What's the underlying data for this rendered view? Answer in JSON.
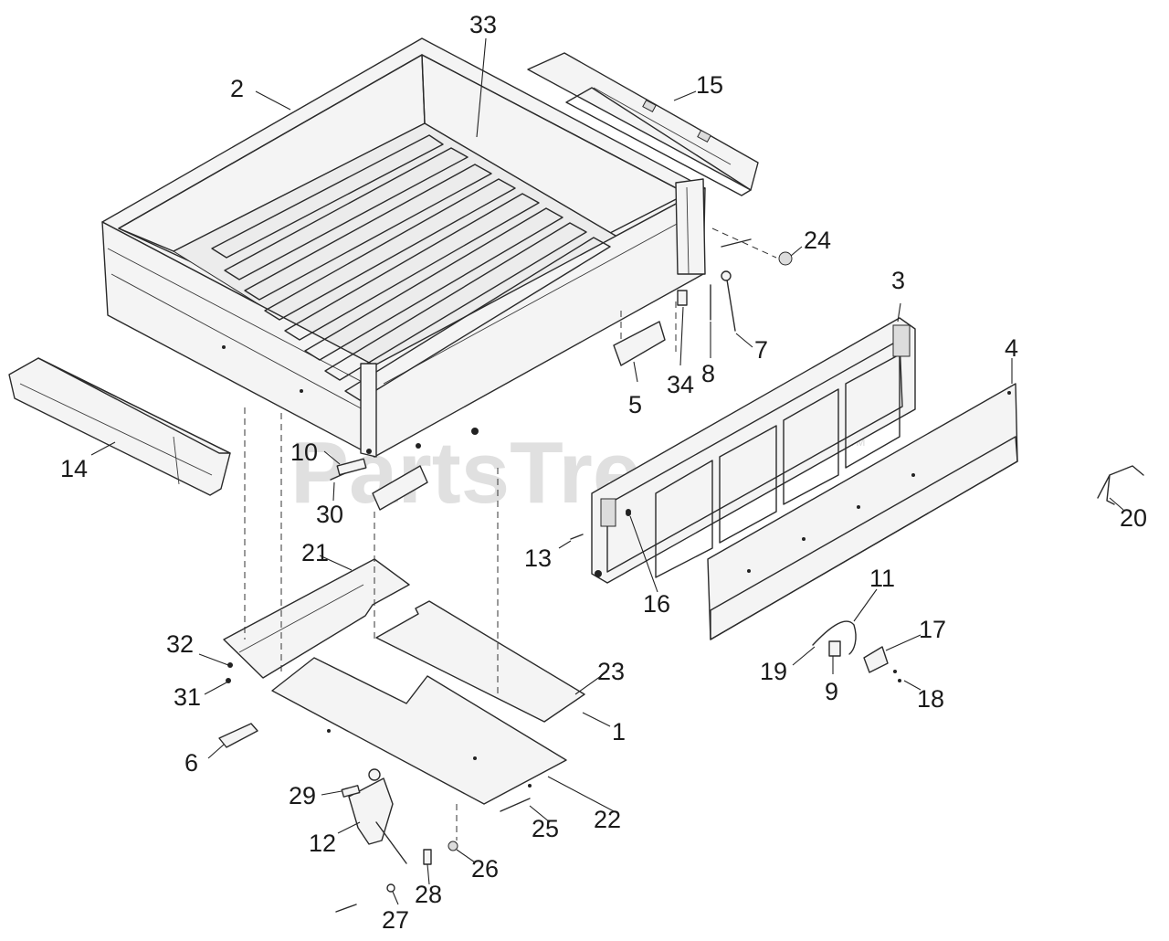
{
  "watermark": {
    "brand": "PartsTree",
    "mark": "TM"
  },
  "callouts": {
    "c1": "1",
    "c2": "2",
    "c3": "3",
    "c4": "4",
    "c5": "5",
    "c6": "6",
    "c7": "7",
    "c8": "8",
    "c9": "9",
    "c10": "10",
    "c11": "11",
    "c12": "12",
    "c13": "13",
    "c14": "14",
    "c15": "15",
    "c16": "16",
    "c17": "17",
    "c18": "18",
    "c19": "19",
    "c20": "20",
    "c21": "21",
    "c22": "22",
    "c23": "23",
    "c24": "24",
    "c25": "25",
    "c26": "26",
    "c27": "27",
    "c28": "28",
    "c29": "29",
    "c30": "30",
    "c31": "31",
    "c32": "32",
    "c33": "33",
    "c34": "34"
  }
}
